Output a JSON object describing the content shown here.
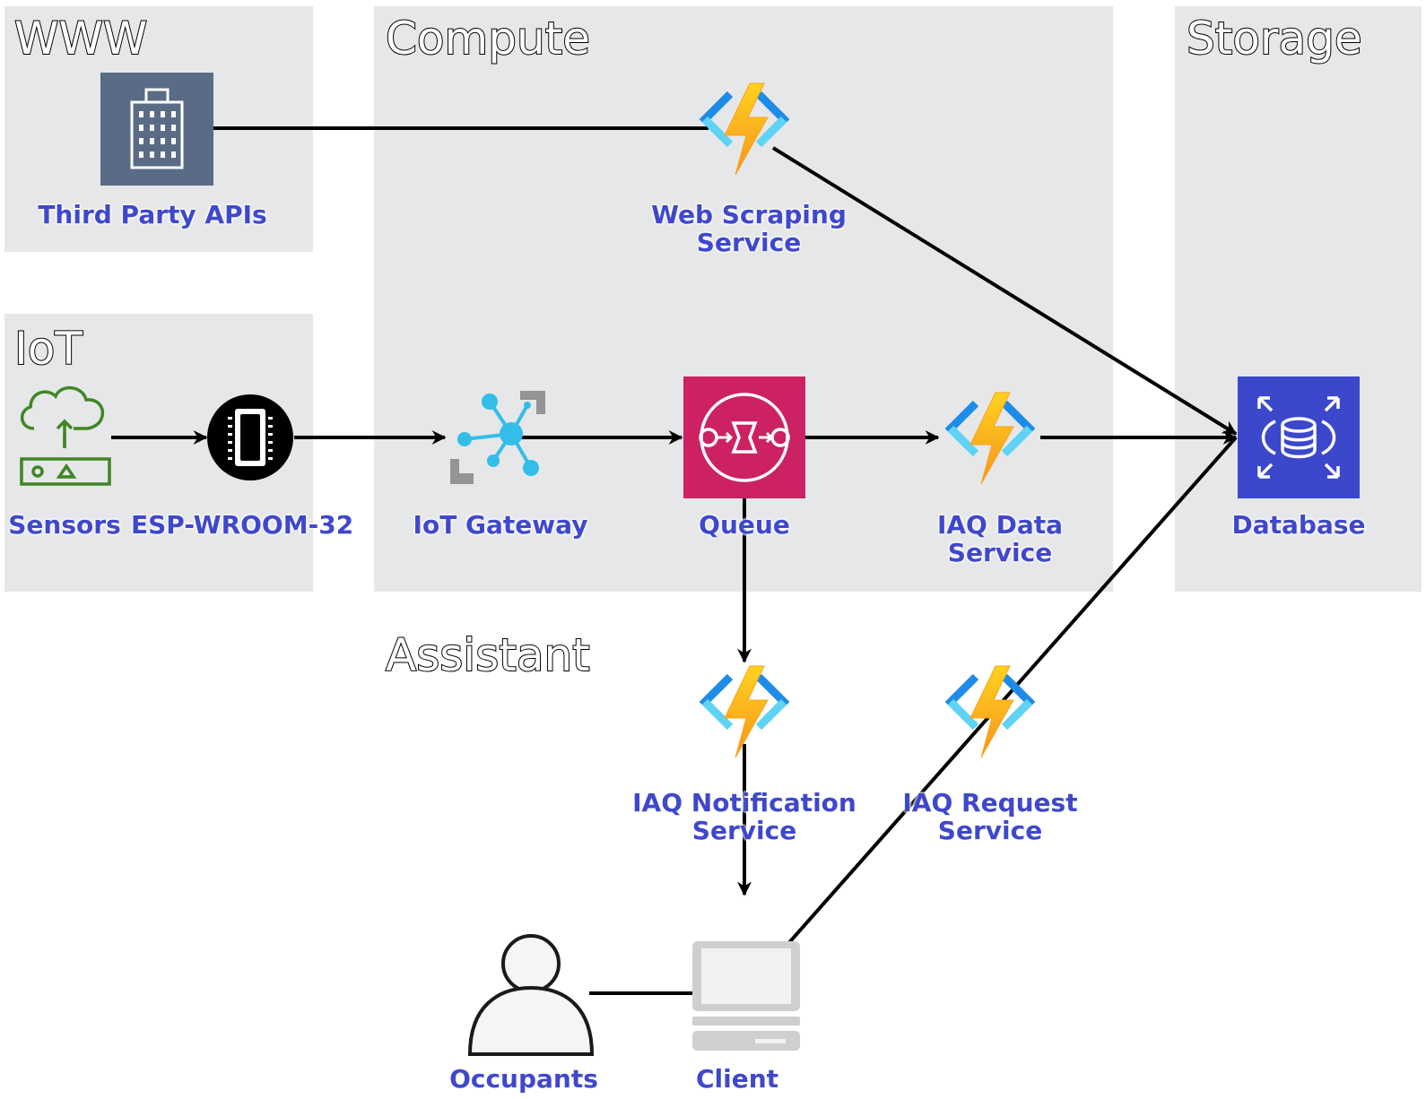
{
  "groups": {
    "www": "WWW",
    "compute": "Compute",
    "storage": "Storage",
    "iot": "IoT",
    "assistant": "Assistant"
  },
  "nodes": {
    "third_party_apis": "Third Party APIs",
    "web_scraping_service": [
      "Web Scraping",
      "Service"
    ],
    "sensors": "Sensors",
    "esp": "ESP-WROOM-32",
    "iot_gateway": "IoT Gateway",
    "queue": "Queue",
    "iaq_data_service": [
      "IAQ Data",
      "Service"
    ],
    "database": "Database",
    "iaq_notification_service": [
      "IAQ Notification",
      "Service"
    ],
    "iaq_request_service": [
      "IAQ Request",
      "Service"
    ],
    "occupants": "Occupants",
    "client": "Client"
  },
  "colors": {
    "group_bg": "#e6e7e8",
    "label": "#3f48cc",
    "api_box": "#5a6b86",
    "queue_box": "#cc2264",
    "database_box": "#3b48cc",
    "sensors_green": "#3f8624",
    "function_bolt": "#fcb614",
    "function_brackets": "#1e90ff",
    "gateway_blue": "#32bee8"
  },
  "icons": {
    "third_party_apis": "building-icon",
    "web_scraping_service": "azure-function-icon",
    "sensors": "cloud-upload-device-icon",
    "esp": "chip-icon",
    "iot_gateway": "iot-hub-icon",
    "queue": "queue-icon",
    "iaq_data_service": "azure-function-icon",
    "database": "database-icon",
    "iaq_notification_service": "azure-function-icon",
    "iaq_request_service": "azure-function-icon",
    "occupants": "user-icon",
    "client": "computer-icon"
  }
}
